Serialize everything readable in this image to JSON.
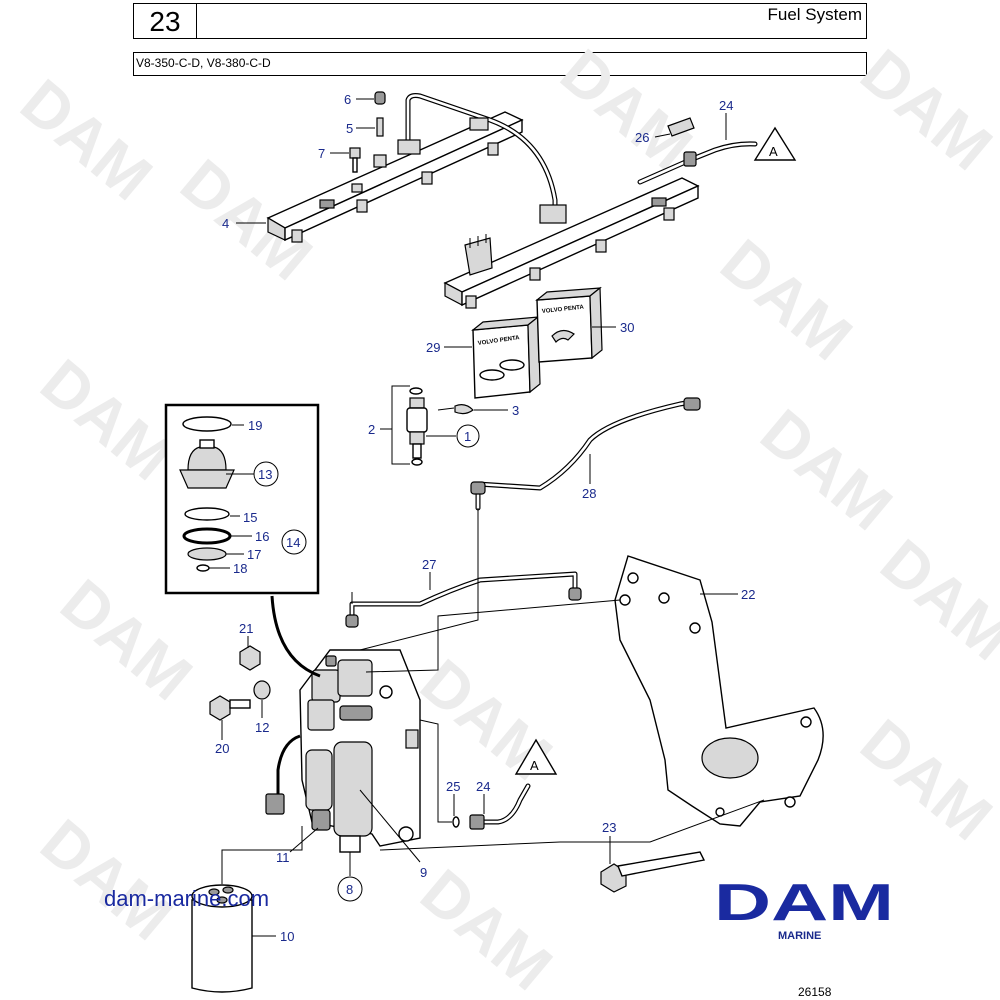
{
  "header": {
    "section_number": "23",
    "title": "Fuel System",
    "models": "V8-350-C-D, V8-380-C-D"
  },
  "callouts": {
    "c1": "1",
    "c2": "2",
    "c3": "3",
    "c4": "4",
    "c5": "5",
    "c6": "6",
    "c7": "7",
    "c8": "8",
    "c9": "9",
    "c10": "10",
    "c11": "11",
    "c12": "12",
    "c13": "13",
    "c14": "14",
    "c15": "15",
    "c16": "16",
    "c17": "17",
    "c18": "18",
    "c19": "19",
    "c20": "20",
    "c21": "21",
    "c22": "22",
    "c23": "23",
    "c24a": "24",
    "c24b": "24",
    "c25": "25",
    "c26": "26",
    "c27": "27",
    "c28": "28",
    "c29": "29",
    "c30": "30",
    "ref_a_top": "A",
    "ref_a_bottom": "A"
  },
  "kit_labels": {
    "kit29": "VOLVO PENTA",
    "kit30": "VOLVO PENTA"
  },
  "watermark": "DAM",
  "footer": {
    "website": "dam-marine.com",
    "brand": "DAM",
    "brand_sub": "MARINE",
    "figure_number": "26158"
  },
  "colors": {
    "callout_text": "#1a2a8c",
    "brand_blue": "#1a2aa0",
    "watermark": "#ececec"
  }
}
